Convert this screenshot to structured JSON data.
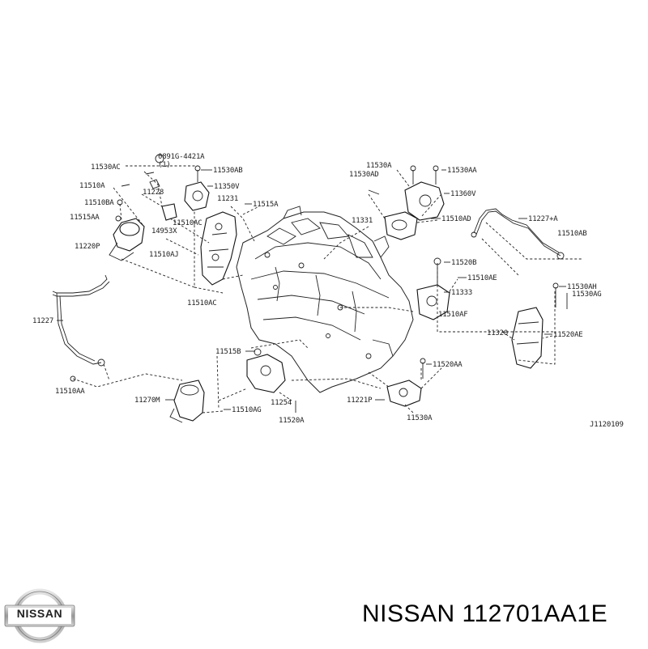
{
  "diagram": {
    "labels": [
      "0891G-4421A",
      "(1)",
      "11530AC",
      "11530AB",
      "11510A",
      "11228",
      "11350V",
      "11510BA",
      "11231",
      "11515A",
      "11515AA",
      "11510AC",
      "14953X",
      "11220P",
      "11510AJ",
      "11510AC",
      "11530A",
      "11530AA",
      "11530AD",
      "11360V",
      "11331",
      "11510AD",
      "11227+A",
      "11510AB",
      "11520B",
      "11510AE",
      "11333",
      "11510AF",
      "11530AH",
      "11530AG",
      "11320",
      "11520AE",
      "11520AA",
      "11221P",
      "11530A",
      "11227",
      "11510AA",
      "11515B",
      "11270M",
      "11510AG",
      "11254",
      "11520A",
      "J1120109"
    ]
  },
  "footer": {
    "brand": "NISSAN",
    "part_text": "NISSAN 112701AA1E"
  }
}
